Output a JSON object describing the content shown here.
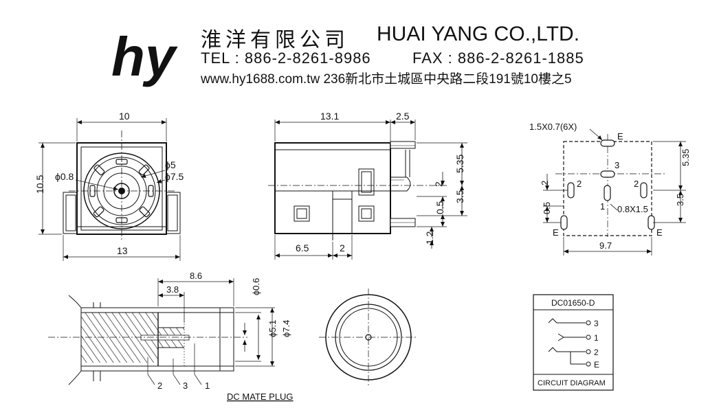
{
  "header": {
    "company_cn": "淮洋有限公司",
    "company_en": "HUAI YANG CO.,LTD.",
    "tel": "TEL : 886-2-8261-8986",
    "fax": "FAX : 886-2-8261-1885",
    "web_address": "www.hy1688.com.tw  236新北市土城區中央路二段191號10樓之5",
    "logo_text": "hy"
  },
  "front_view": {
    "width_top": "10",
    "height": "10.5",
    "dia_pin": "ϕ0.8",
    "dia_inner": "ϕ5",
    "dia_outer": "ϕ7.5",
    "width_bottom": "13"
  },
  "side_view": {
    "length": "13.1",
    "tab": "2.5",
    "h_top": "5.35",
    "h_mid": "2",
    "h_low": "3.5",
    "h_pin": "0.5",
    "below": "1.2",
    "bottom_a": "6.5",
    "bottom_b": "2"
  },
  "footprint": {
    "slot_note": "1.5X0.7(6X)",
    "pin_e": "E",
    "pin_3": "3",
    "pin_2": "2",
    "pin_1": "1",
    "pin1_note": "0.8X1.5",
    "dim_535": "5.35",
    "dim_2": "2",
    "dim_05": "0.5",
    "dim_35": "3.5",
    "width": "9.7"
  },
  "plug": {
    "len_total": "8.6",
    "len_inner": "3.8",
    "dia_pin": "ϕ0.6",
    "dia_inner": "ϕ5.1",
    "dia_outer": "ϕ7.4",
    "callout_1": "1",
    "callout_2": "2",
    "callout_3": "3",
    "caption": "DC MATE PLUG"
  },
  "circuit": {
    "part_number": "DC01650-D",
    "pin_3": "3",
    "pin_1": "1",
    "pin_2": "2",
    "pin_e": "E",
    "caption": "CIRCUIT DIAGRAM"
  }
}
